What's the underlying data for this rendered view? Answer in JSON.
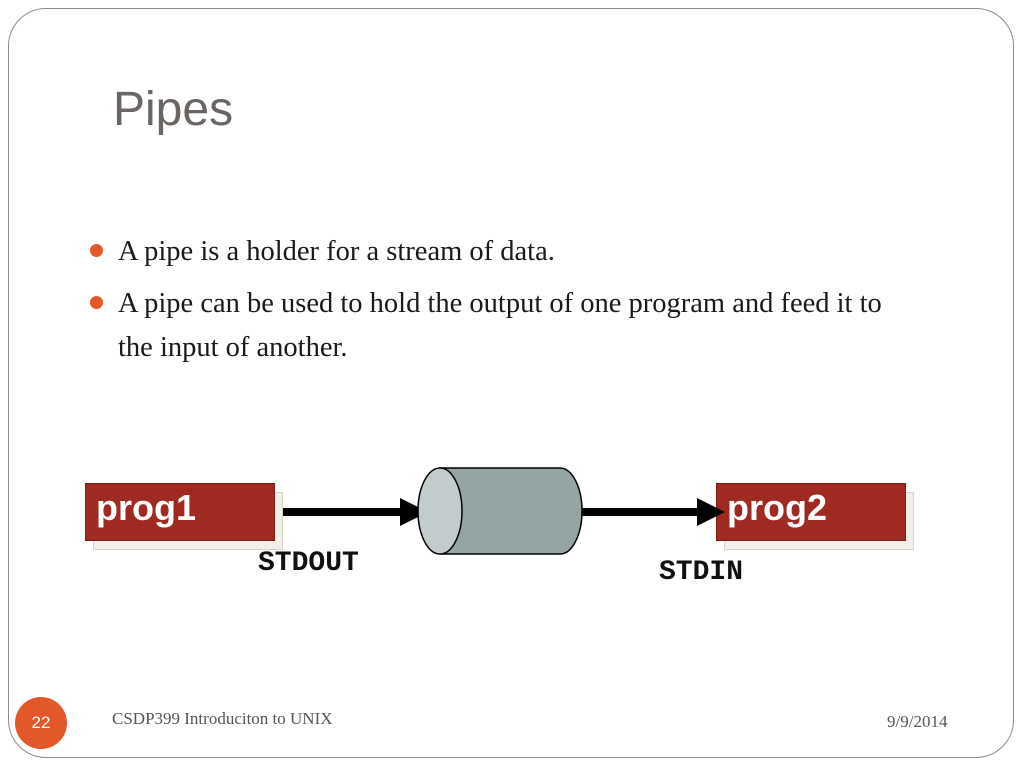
{
  "slide": {
    "title": "Pipes",
    "bullets": [
      "A pipe is a holder for a stream of data.",
      "A pipe can be used to hold the output of one program and feed it to the input of another."
    ]
  },
  "diagram": {
    "source_program": "prog1",
    "target_program": "prog2",
    "output_label": "STDOUT",
    "input_label": "STDIN",
    "colors": {
      "program_box": "#9f2a22",
      "pipe_body": "#95a5a4",
      "pipe_end": "#c3cccd",
      "arrow": "#000000"
    }
  },
  "footer": {
    "slide_number": "22",
    "course": "CSDP399 Introduciton to UNIX",
    "date": "9/9/2014"
  }
}
